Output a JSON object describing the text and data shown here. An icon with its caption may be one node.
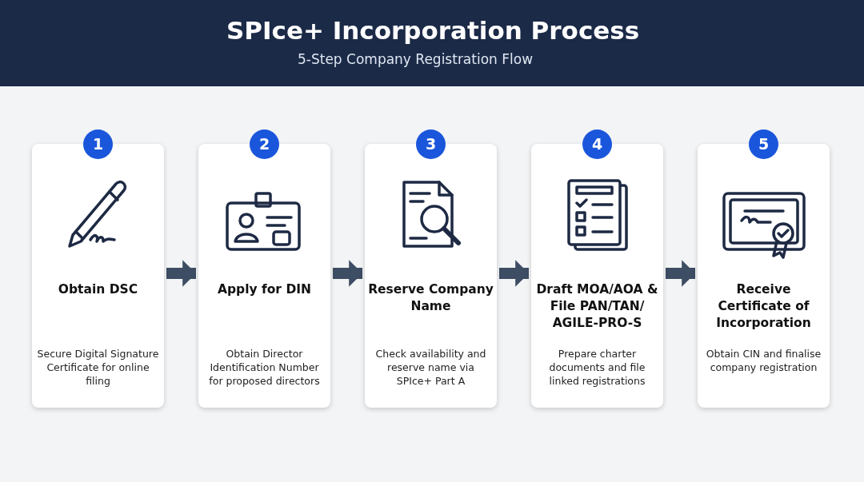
{
  "diagram": {
    "title": "SPIce+ Incorporation Process",
    "nodes": [
      {
        "text": [
          "1",
          "Obtain DSC",
          "Secure Digital Signature Certificate for online filing"
        ]
      },
      {
        "text": [
          "2",
          "Apply for DIN",
          "Obtain Director Identification Number for proposed directors"
        ]
      },
      {
        "text": [
          "3",
          "Reserve Company Name",
          "Check availability and reserve name via SPIce+ Part A"
        ]
      },
      {
        "text": [
          "4",
          "Draft MOA/AOA & File PAN/TAN/ AGILE-PRO-S",
          "Prepare charter documents and file linked registrations"
        ]
      },
      {
        "text": [
          "5",
          "Receive Certificate of Incorporation",
          "Obtain CIN and finalise company registration"
        ]
      }
    ],
    "edges": [
      {
        "from": 0,
        "to": 1,
        "arrow": "to"
      },
      {
        "from": 1,
        "to": 2,
        "arrow": "to"
      },
      {
        "from": 2,
        "to": 3,
        "arrow": "to"
      },
      {
        "from": 3,
        "to": 4,
        "arrow": "to"
      }
    ],
    "labels": [
      "5-Step Company Registration Flow"
    ]
  }
}
